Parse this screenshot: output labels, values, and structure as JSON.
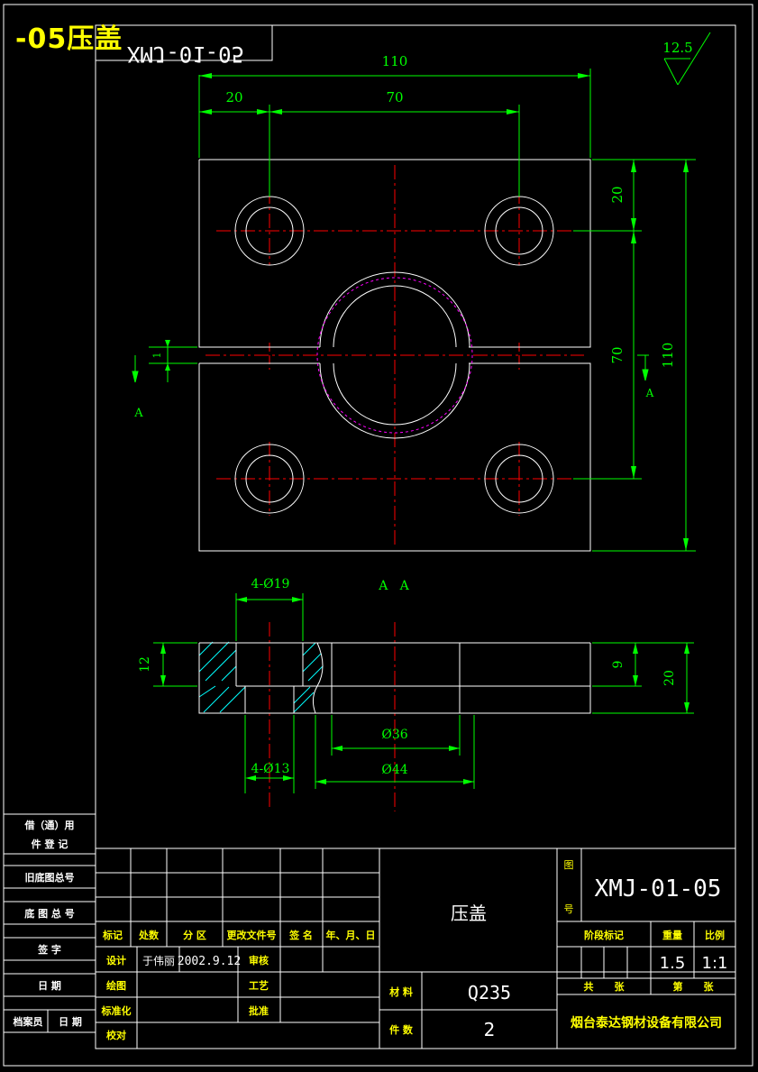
{
  "banner": {
    "text": "-05压盖"
  },
  "colors": {
    "background": "#000000",
    "outline": "#ffffff",
    "dimension": "#00ff00",
    "centerline": "#ff0000",
    "hatch": "#00ffff",
    "phantom": "#ff00ff",
    "title_text": "#ffff00"
  },
  "mirrored_code": "XMJ-01-05",
  "roughness": "12.5",
  "dimensions": {
    "width_total": "110",
    "offset_left": "20",
    "hole_spacing_x": "70",
    "offset_top": "20",
    "hole_spacing_y": "70",
    "height_total": "110",
    "slot_gap": "1",
    "hole_counterbore": "4-Ø19",
    "hole_through": "4-Ø13",
    "bore_inner": "Ø36",
    "bore_outer": "Ø44",
    "section_left": "12",
    "section_step": "9",
    "section_total": "20"
  },
  "section_labels": {
    "marker_left": "A",
    "marker_right": "A",
    "title": "A   A"
  },
  "left_panel": {
    "borrow_line1": "借（通）用",
    "borrow_line2": "件  登  记",
    "old_base": "旧底图总号",
    "base": "底 图 总 号",
    "sign": "签    字",
    "date": "日    期",
    "archivist": "档案员",
    "archivist_date": "日  期"
  },
  "title_block": {
    "part_name": "压盖",
    "drawing_no_label_1": "图",
    "drawing_no_label_2": "号",
    "drawing_no": "XMJ-01-05",
    "headers": {
      "mark": "标记",
      "count": "处数",
      "zone": "分 区",
      "change_doc": "更改文件号",
      "signature": "签 名",
      "ymd": "年、月、日"
    },
    "rows": {
      "design": "设计",
      "designer": "于伟丽",
      "design_date": "2002.9.12",
      "review": "审核",
      "draw": "绘图",
      "process": "工艺",
      "standard": "标准化",
      "approve": "批准",
      "check": "校对"
    },
    "stage_mark": "阶段标记",
    "weight_label": "重量",
    "scale_label": "比例",
    "weight": "1.5",
    "scale": "1:1",
    "total_sheets": "共      张",
    "sheet_no": "第      张",
    "material_label": "材 料",
    "material": "Q235",
    "quantity_label": "件 数",
    "quantity": "2",
    "company": "烟台泰达钢材设备有限公司"
  }
}
